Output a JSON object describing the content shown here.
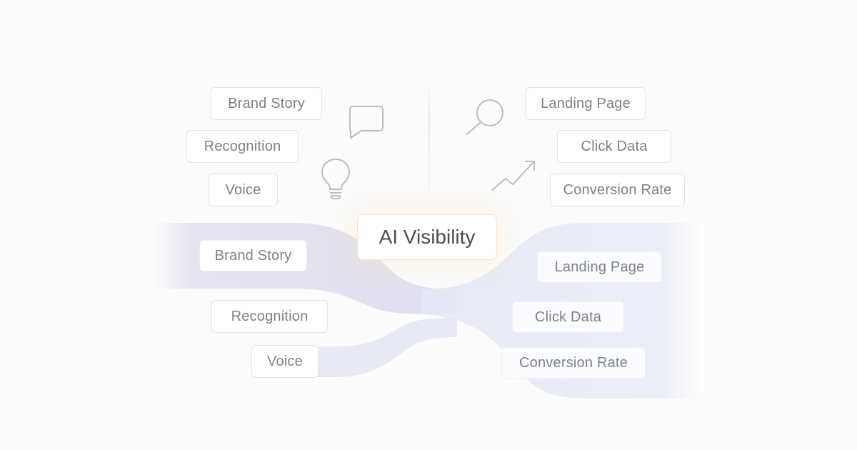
{
  "center": {
    "label": "AI Visibility"
  },
  "top_left": [
    "Brand Story",
    "Recognition",
    "Voice"
  ],
  "top_right": [
    "Landing Page",
    "Click Data",
    "Conversion Rate"
  ],
  "bottom_left": [
    "Brand Story",
    "Recognition",
    "Voice"
  ],
  "bottom_right": [
    "Landing Page",
    "Click Data",
    "Conversion Rate"
  ],
  "icons": [
    "speech-bubble-icon",
    "lightbulb-icon",
    "magnifier-icon",
    "trend-arrow-icon"
  ],
  "colors": {
    "flow_left": "#d9d7ec",
    "flow_right": "#dfe6f6",
    "center_border": "#f5e3c8",
    "pill_text": "#7d8089"
  }
}
